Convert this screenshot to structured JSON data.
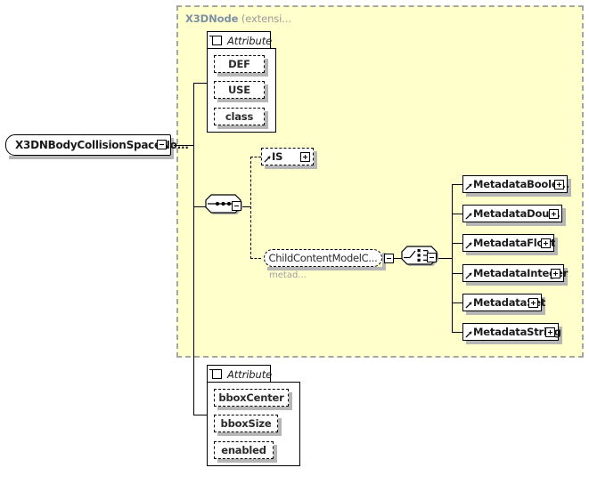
{
  "diagram": {
    "type": "xml-schema-element-diagram",
    "background_color": "#ffffff"
  },
  "extension_region": {
    "title_name": "X3DNode",
    "title_suffix": "(extensi...",
    "fill_color": "#ffffcc",
    "border_color": "#a6a6a6",
    "border_style": "dashed"
  },
  "root_element": {
    "label": "X3DNBodyCollisionSpaceNo...",
    "toggle": "minus"
  },
  "attribute_group_top": {
    "title": "Attribute",
    "toggle": "minus",
    "items": [
      {
        "label": "DEF"
      },
      {
        "label": "USE"
      },
      {
        "label": "class"
      }
    ]
  },
  "attribute_group_bottom": {
    "title": "Attribute",
    "toggle": "minus",
    "items": [
      {
        "label": "bboxCenter"
      },
      {
        "label": "bboxSize"
      },
      {
        "label": "enabled"
      }
    ]
  },
  "sequence_compositor": {
    "kind": "sequence",
    "toggle": "minus"
  },
  "choice_compositor": {
    "kind": "choice",
    "toggle": "minus"
  },
  "is_element": {
    "label": "IS",
    "toggle": "plus",
    "optional": true
  },
  "child_content_model": {
    "label": "ChildContentModelC...",
    "note": "metad...",
    "toggle": "minus"
  },
  "metadata_elements": [
    {
      "label": "MetadataBoole...",
      "toggle": "plus",
      "width": 118
    },
    {
      "label": "MetadataDou...",
      "toggle": "plus",
      "width": 112
    },
    {
      "label": "MetadataFloat",
      "toggle": "plus",
      "width": 103
    },
    {
      "label": "MetadataInteger",
      "toggle": "plus",
      "width": 114
    },
    {
      "label": "MetadataSet",
      "toggle": "plus",
      "width": 89
    },
    {
      "label": "MetadataString",
      "toggle": "plus",
      "width": 108
    }
  ],
  "icons": {
    "toggle_minus": "minus-box-icon",
    "toggle_plus": "plus-box-icon",
    "ref_arrow": "element-reference-arrow-icon",
    "sequence": "sequence-compositor-icon",
    "choice": "choice-compositor-icon"
  }
}
